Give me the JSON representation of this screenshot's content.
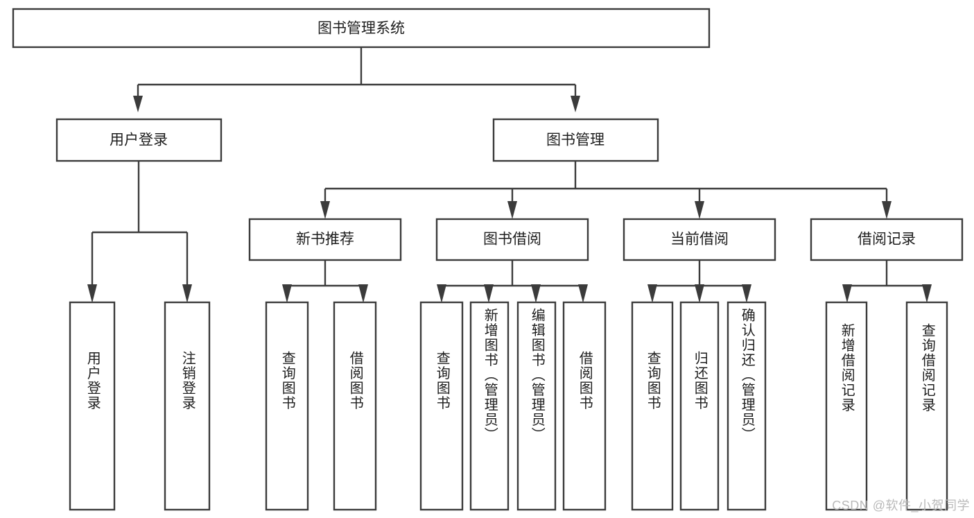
{
  "diagram": {
    "title_node": {
      "label": "图书管理系统"
    },
    "level2": [
      {
        "id": "user-login",
        "label": "用户登录"
      },
      {
        "id": "book-management",
        "label": "图书管理"
      }
    ],
    "level3": [
      {
        "id": "new-book-recommend",
        "label": "新书推荐"
      },
      {
        "id": "book-borrow",
        "label": "图书借阅"
      },
      {
        "id": "current-borrow",
        "label": "当前借阅"
      },
      {
        "id": "borrow-record",
        "label": "借阅记录"
      }
    ],
    "leaves": [
      {
        "id": "leaf-user-login",
        "label": "用户登录",
        "parent": "user-login"
      },
      {
        "id": "leaf-logout-login",
        "label": "注销登录",
        "parent": "user-login"
      },
      {
        "id": "leaf-query-book-1",
        "label": "查询图书",
        "parent": "new-book-recommend"
      },
      {
        "id": "leaf-borrow-book-1",
        "label": "借阅图书",
        "parent": "new-book-recommend"
      },
      {
        "id": "leaf-query-book-2",
        "label": "查询图书",
        "parent": "book-borrow"
      },
      {
        "id": "leaf-add-book-admin",
        "label": "新增图书（管理员）",
        "parent": "book-borrow"
      },
      {
        "id": "leaf-edit-book-admin",
        "label": "编辑图书（管理员）",
        "parent": "book-borrow"
      },
      {
        "id": "leaf-borrow-book-2",
        "label": "借阅图书",
        "parent": "book-borrow"
      },
      {
        "id": "leaf-query-book-3",
        "label": "查询图书",
        "parent": "current-borrow"
      },
      {
        "id": "leaf-return-book",
        "label": "归还图书",
        "parent": "current-borrow"
      },
      {
        "id": "leaf-confirm-return-admin",
        "label": "确认归还（管理员）",
        "parent": "current-borrow"
      },
      {
        "id": "leaf-add-borrow-record",
        "label": "新增借阅记录",
        "parent": "borrow-record"
      },
      {
        "id": "leaf-query-borrow-record",
        "label": "查询借阅记录",
        "parent": "borrow-record"
      }
    ],
    "colors": {
      "stroke": "#3b3b3b",
      "box_fill": "#ffffff",
      "text": "#1d1d1d",
      "background": "#ffffff",
      "watermark": "#b9b9b9"
    }
  },
  "watermark": {
    "text": "CSDN @软件_小贺同学"
  }
}
